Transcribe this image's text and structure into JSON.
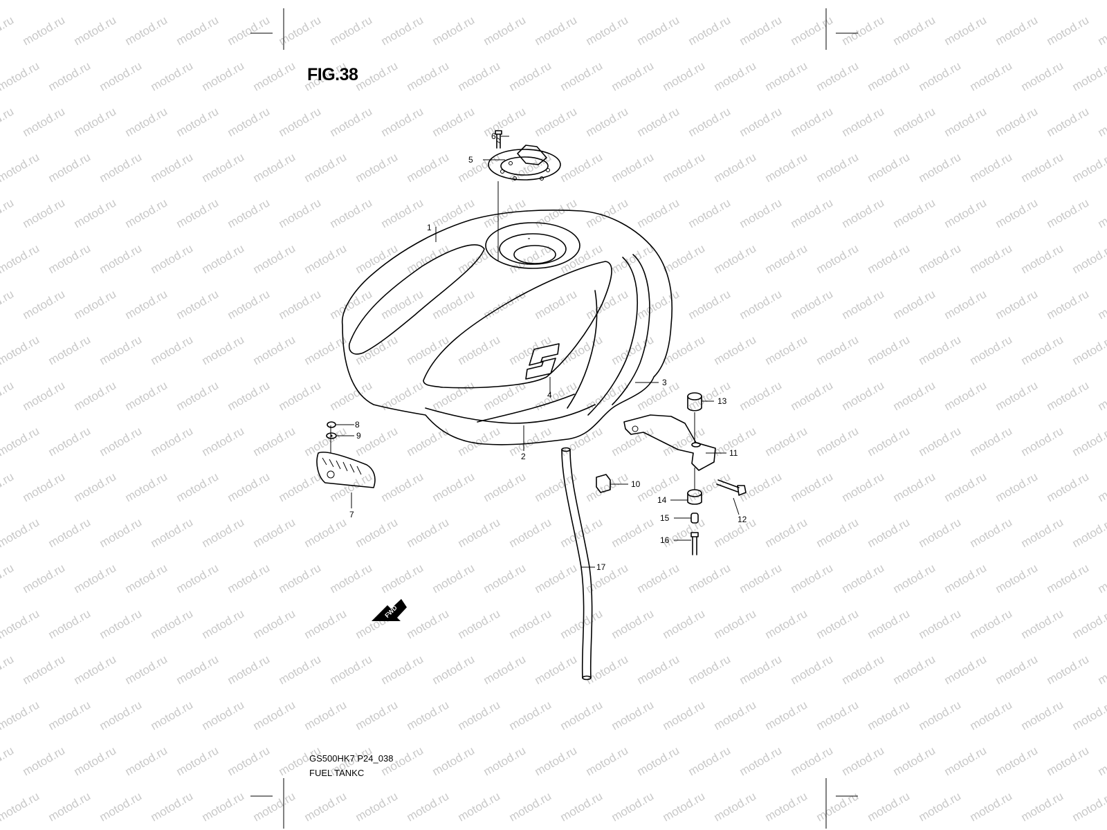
{
  "figure": {
    "title": "FIG.38",
    "model_code": "GS500HK7 P24_038",
    "caption": "FUEL TANKC"
  },
  "watermark": {
    "text": "motod.ru",
    "color": "#c8c8c8"
  },
  "callouts": {
    "c1": "1",
    "c2": "2",
    "c3": "3",
    "c4": "4",
    "c5": "5",
    "c6": "6",
    "c7": "7",
    "c8": "8",
    "c9": "9",
    "c10": "10",
    "c11": "11",
    "c12": "12",
    "c13": "13",
    "c14": "14",
    "c15": "15",
    "c16": "16",
    "c17": "17"
  },
  "fwd_arrow": {
    "label": "FWD"
  }
}
